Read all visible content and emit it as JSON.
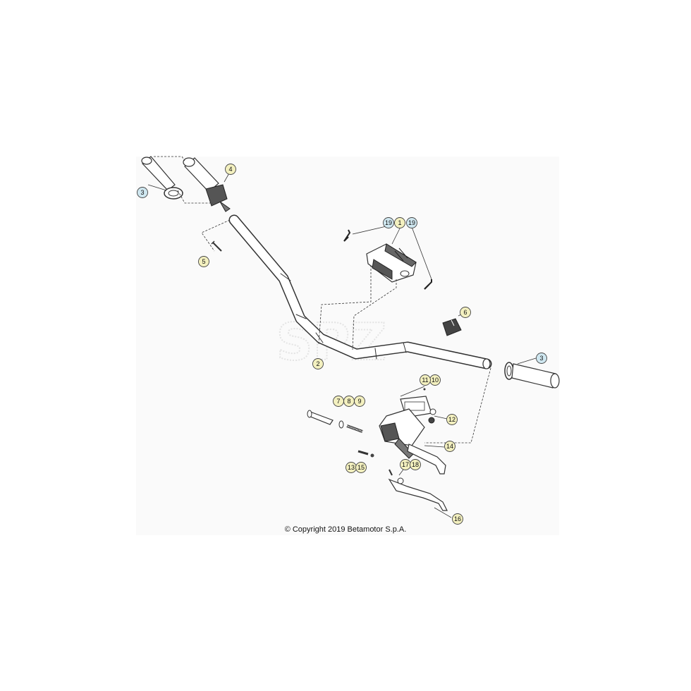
{
  "copyright": "© Copyright 2019 Betamotor S.p.A.",
  "watermark": "SPZ",
  "colors": {
    "callout_yellow": "#f3f0bf",
    "callout_blue": "#cfe7f0",
    "callout_stroke": "#444444",
    "line": "#333333"
  },
  "callouts": [
    {
      "label": "1",
      "style": "yellow"
    },
    {
      "label": "2",
      "style": "yellow"
    },
    {
      "label": "3",
      "style": "blue"
    },
    {
      "label": "3",
      "style": "blue"
    },
    {
      "label": "4",
      "style": "yellow"
    },
    {
      "label": "5",
      "style": "yellow"
    },
    {
      "label": "6",
      "style": "yellow"
    },
    {
      "label": "7",
      "style": "yellow"
    },
    {
      "label": "8",
      "style": "yellow"
    },
    {
      "label": "9",
      "style": "yellow"
    },
    {
      "label": "10",
      "style": "yellow"
    },
    {
      "label": "11",
      "style": "yellow"
    },
    {
      "label": "12",
      "style": "yellow"
    },
    {
      "label": "13",
      "style": "yellow"
    },
    {
      "label": "14",
      "style": "yellow"
    },
    {
      "label": "15",
      "style": "yellow"
    },
    {
      "label": "16",
      "style": "yellow"
    },
    {
      "label": "17",
      "style": "yellow"
    },
    {
      "label": "18",
      "style": "yellow"
    },
    {
      "label": "19",
      "style": "blue"
    },
    {
      "label": "19",
      "style": "blue"
    }
  ]
}
